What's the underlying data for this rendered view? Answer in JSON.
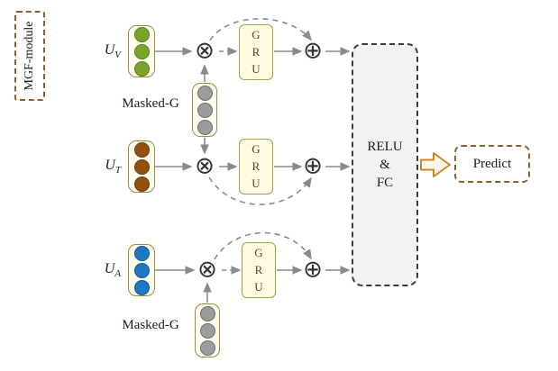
{
  "module": {
    "label": "MGF-module"
  },
  "operators": {
    "multiply": "⊗",
    "add": "⊕"
  },
  "streams": [
    {
      "modality": "V",
      "label_base": "U",
      "label_sub": "V",
      "dot_style": "background:#79a32b;border-color:#5d7f1d"
    },
    {
      "modality": "T",
      "label_base": "U",
      "label_sub": "T",
      "dot_style": "background:#90500f;border-color:#6d3c0a"
    },
    {
      "modality": "A",
      "label_base": "U",
      "label_sub": "A",
      "dot_style": "background:#1e78c2;border-color:#155a92"
    }
  ],
  "masked_g": {
    "label": "Masked-G",
    "dot_style": "background:#9c9c9c;border-color:#6e6e6e"
  },
  "gru": {
    "letters": [
      "G",
      "R",
      "U"
    ]
  },
  "relu_fc": {
    "lines": [
      "RELU",
      "&",
      "FC"
    ]
  },
  "predict": {
    "label": "Predict"
  },
  "colors": {
    "vector_green": "#79a32b",
    "vector_brown": "#90500f",
    "vector_blue": "#1e78c2",
    "masked_gray": "#9c9c9c",
    "box_border_olive": "#9b8b45",
    "gru_fill": "#fffbe3",
    "relu_fill": "#f2f2f2",
    "dashed_brown": "#8a5f2e",
    "arrow_gray": "#8a8a8a",
    "block_arrow_orange": "#c8862c"
  }
}
